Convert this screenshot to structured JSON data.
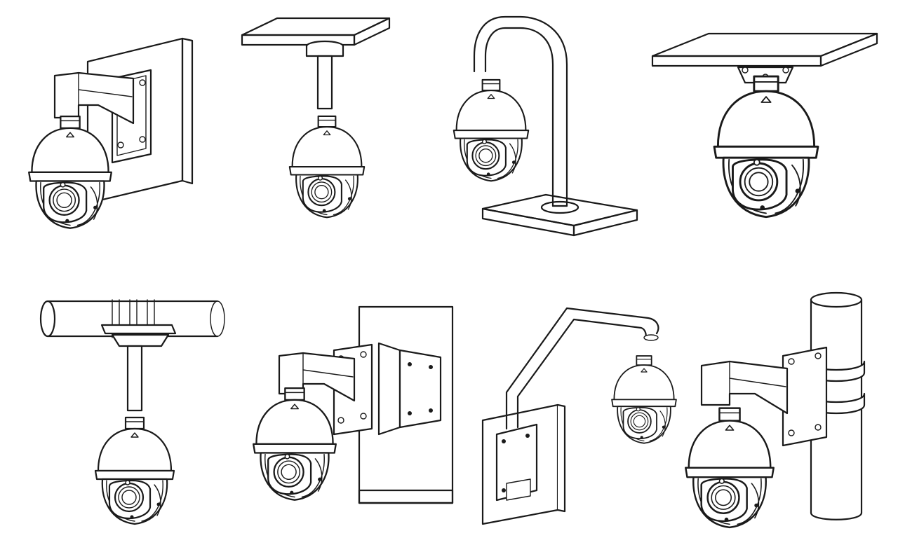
{
  "figure": {
    "panels": [
      {
        "id": "wall-mount"
      },
      {
        "id": "pendant-ceiling-mount"
      },
      {
        "id": "gooseneck-parapet-mount"
      },
      {
        "id": "flush-ceiling-mount"
      },
      {
        "id": "pipe-pendant-mount"
      },
      {
        "id": "corner-mount"
      },
      {
        "id": "wall-gooseneck-arm-mount"
      },
      {
        "id": "pole-mount"
      }
    ]
  }
}
